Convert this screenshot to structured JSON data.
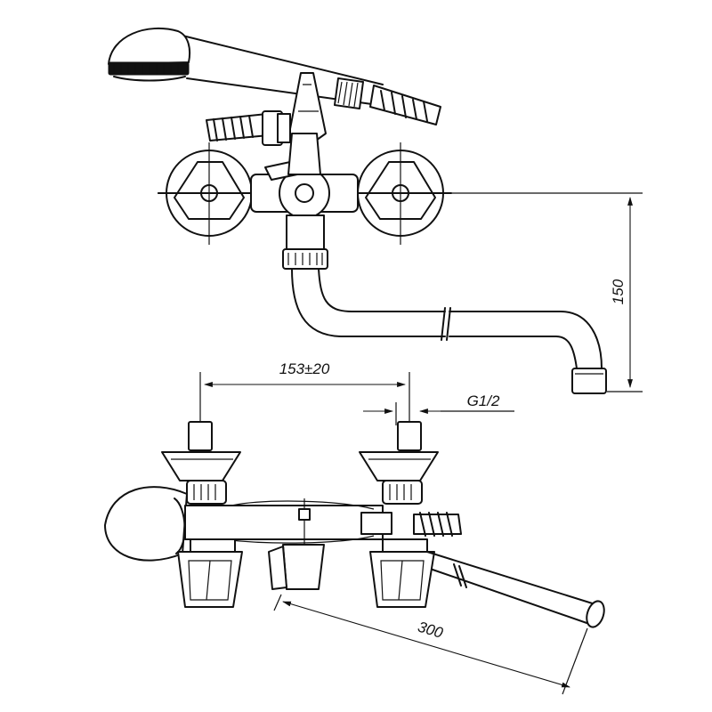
{
  "dimensions": {
    "height_label": "150",
    "spacing_label": "153±20",
    "thread_label": "G1/2",
    "spout_length_label": "300"
  }
}
